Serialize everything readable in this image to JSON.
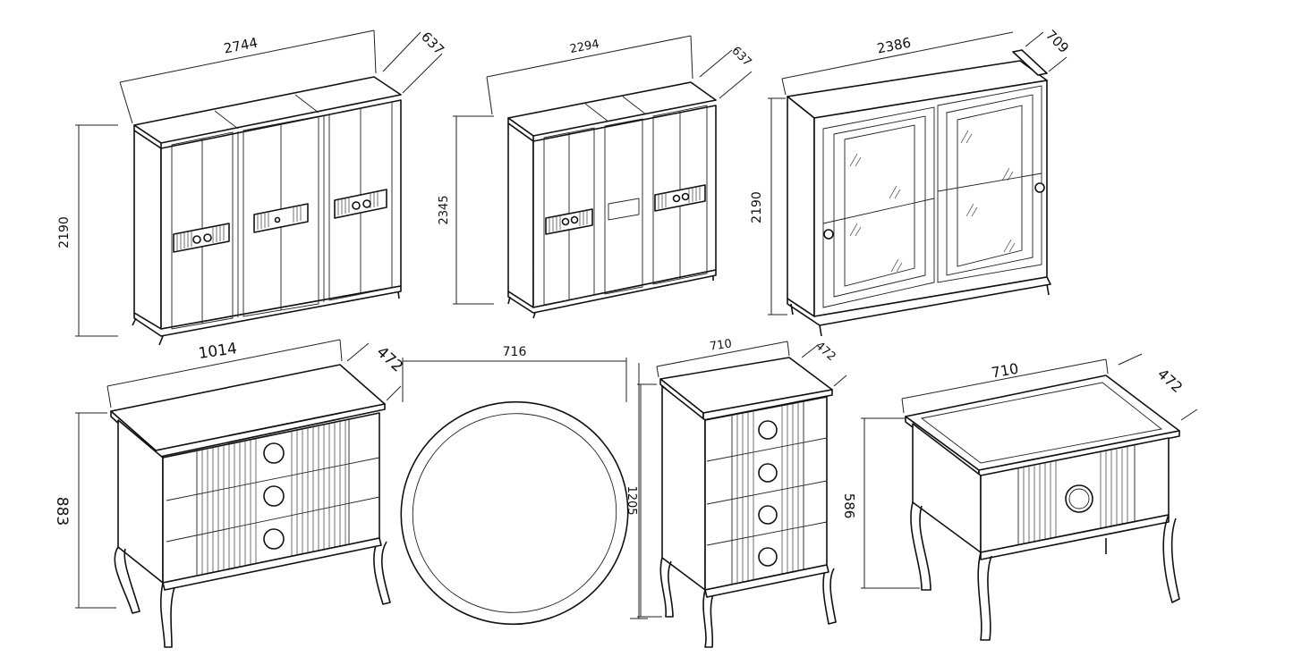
{
  "drawing": {
    "items": [
      {
        "id": "wardrobe-3-section",
        "dims": {
          "width": "2744",
          "depth": "637",
          "height": "2190"
        }
      },
      {
        "id": "wardrobe-4-door",
        "dims": {
          "width": "2294",
          "depth": "637",
          "height": "2345"
        }
      },
      {
        "id": "sliding-wardrobe",
        "dims": {
          "width": "2386",
          "depth": "709",
          "height": "2190"
        }
      },
      {
        "id": "dresser-3-drawer",
        "dims": {
          "width": "1014",
          "depth": "472",
          "height": "883"
        }
      },
      {
        "id": "oval-mirror",
        "dims": {
          "width": "716",
          "height": "1205"
        }
      },
      {
        "id": "chest-4-drawer",
        "dims": {
          "width": "710",
          "depth": "472"
        }
      },
      {
        "id": "nightstand",
        "dims": {
          "width": "710",
          "depth": "472",
          "height": "586"
        }
      }
    ]
  },
  "colors": {
    "line": "#111111",
    "background": "#ffffff"
  }
}
